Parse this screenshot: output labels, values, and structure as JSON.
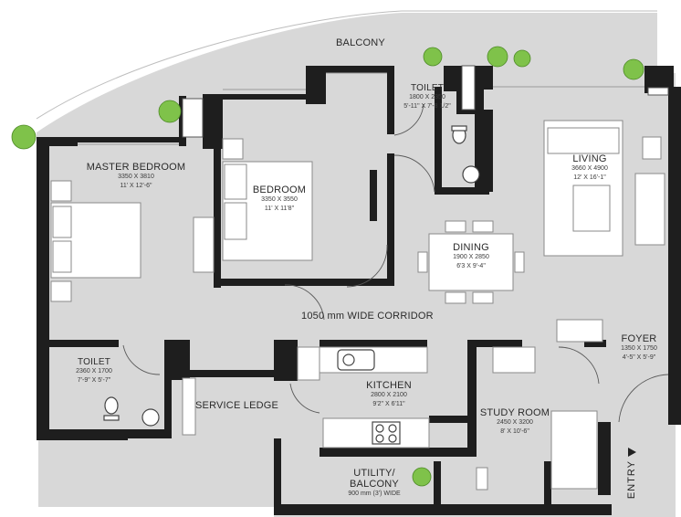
{
  "rooms": {
    "balcony": {
      "name": "BALCONY"
    },
    "toilet_top": {
      "name": "TOILET",
      "metric": "1800 X 2350",
      "imperial": "5'-11\" X 7'-8 1/2\""
    },
    "master_bedroom": {
      "name": "MASTER BEDROOM",
      "metric": "3350 X 3810",
      "imperial": "11' X 12'-6\""
    },
    "bedroom": {
      "name": "BEDROOM",
      "metric": "3350 X 3550",
      "imperial": "11' X 11'8\""
    },
    "living": {
      "name": "LIVING",
      "metric": "3660 X 4900",
      "imperial": "12' X 16'-1\""
    },
    "dining": {
      "name": "DINING",
      "metric": "1900 X 2850",
      "imperial": "6'3 X 9'-4\""
    },
    "corridor": {
      "name": "1050 mm WIDE CORRIDOR"
    },
    "toilet_bottom": {
      "name": "TOILET",
      "metric": "2360 X 1700",
      "imperial": "7'-9\" X 5'-7\""
    },
    "service_ledge": {
      "name": "SERVICE LEDGE"
    },
    "kitchen": {
      "name": "KITCHEN",
      "metric": "2800 X 2100",
      "imperial": "9'2\" X 6'11\""
    },
    "foyer": {
      "name": "FOYER",
      "metric": "1350 X 1750",
      "imperial": "4'-5\" X 5'-9\""
    },
    "study_room": {
      "name": "STUDY ROOM",
      "metric": "2450 X 3200",
      "imperial": "8' X 10'-6\""
    },
    "utility": {
      "name_line1": "UTILITY/",
      "name_line2": "BALCONY",
      "note": "900 mm (3') WIDE"
    }
  },
  "entry": {
    "label": "ENTRY"
  },
  "icons": [
    "plant-icon",
    "entry-arrow-icon",
    "door-swing-icon",
    "toilet-icon",
    "sink-icon",
    "stove-icon"
  ],
  "colors": {
    "floor": "#d8d8d8",
    "wall": "#1e1e1e",
    "plant": "#7fc24a",
    "background": "#ffffff"
  }
}
